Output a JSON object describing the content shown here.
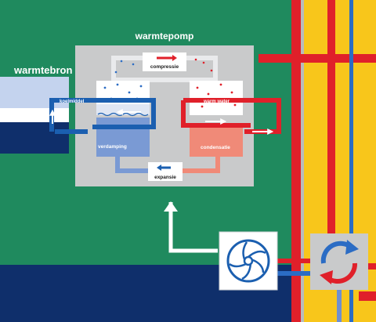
{
  "title": "warmtepomp",
  "source_label": "warmtebron",
  "stages": {
    "compression": "compressie",
    "coolant": "koelmiddel",
    "hot_water": "warm water",
    "evaporation": "verdamping",
    "condensation": "condensatie",
    "expansion": "expansie"
  },
  "icons": [
    "fan-icon",
    "heat-exchange-icon"
  ],
  "colors": {
    "background_green": "#1f8a5e",
    "ground_navy": "#0f2f6b",
    "cold_blue": "#1b5fb0",
    "hot_red": "#e0202a",
    "building_yellow": "#f8c61b",
    "panel_grey": "#c9cacb"
  }
}
